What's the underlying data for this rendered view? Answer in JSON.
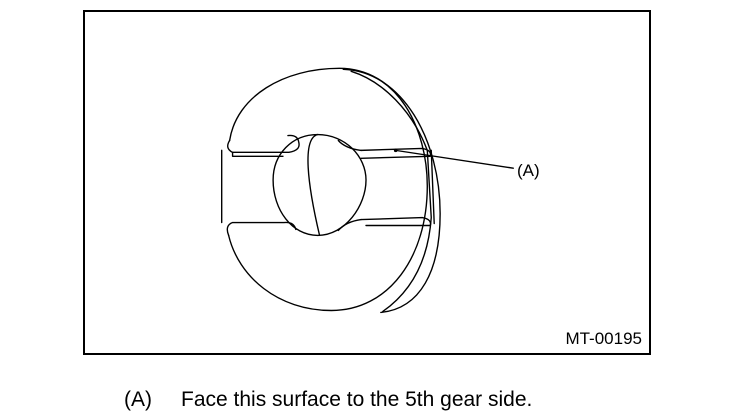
{
  "figure": {
    "callout_label": "(A)",
    "code": "MT-00195"
  },
  "caption": {
    "key": "(A)",
    "text": "Face this surface to the 5th gear side."
  }
}
